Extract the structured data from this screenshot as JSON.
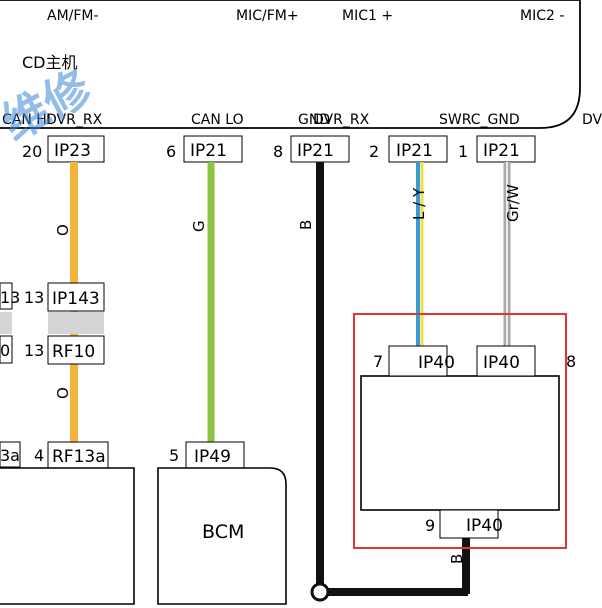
{
  "watermark": "维修",
  "cd_unit": {
    "title": "CD主机",
    "top_labels": [
      "AM/FM-",
      "MIC/FM+",
      "MIC1 +",
      "MIC2 -"
    ],
    "bottom_labels": [
      "CAN HI",
      "DVR_RX",
      "CAN LO",
      "GND",
      "DVR_RX",
      "SWRC_GND",
      "DV"
    ],
    "pins": [
      {
        "pin": "20",
        "conn": "IP23"
      },
      {
        "pin": "6",
        "conn": "IP21"
      },
      {
        "pin": "8",
        "conn": "IP21"
      },
      {
        "pin": "2",
        "conn": "IP21"
      },
      {
        "pin": "1",
        "conn": "IP21"
      }
    ]
  },
  "wires": {
    "orange": "O",
    "green": "G",
    "black": "B",
    "blue_yellow": "L / Y",
    "grey_white": "Gr/W",
    "black_lower": "B"
  },
  "colors": {
    "orange": "#f5b43c",
    "green": "#8cc63e",
    "black": "#111111",
    "blue": "#3a9bd9",
    "yellow": "#f2e03c",
    "grey": "#a9a9a9",
    "highlight": "#e03535"
  },
  "mid_connectors": [
    {
      "pin": "13",
      "conn": "IP143",
      "left_fragment": "13"
    },
    {
      "pin": "13",
      "conn": "RF10",
      "left_fragment": "0"
    }
  ],
  "lower_connectors": [
    {
      "pin": "4",
      "conn": "RF13a",
      "left_fragment": "3a"
    },
    {
      "pin": "5",
      "conn": "IP49"
    }
  ],
  "bcm": {
    "name": "BCM"
  },
  "switch_module": {
    "top_left": {
      "pin": "7",
      "conn": "IP40"
    },
    "top_right": {
      "pin": "8",
      "conn": "IP40"
    },
    "bottom": {
      "pin": "9",
      "conn": "IP40"
    }
  }
}
